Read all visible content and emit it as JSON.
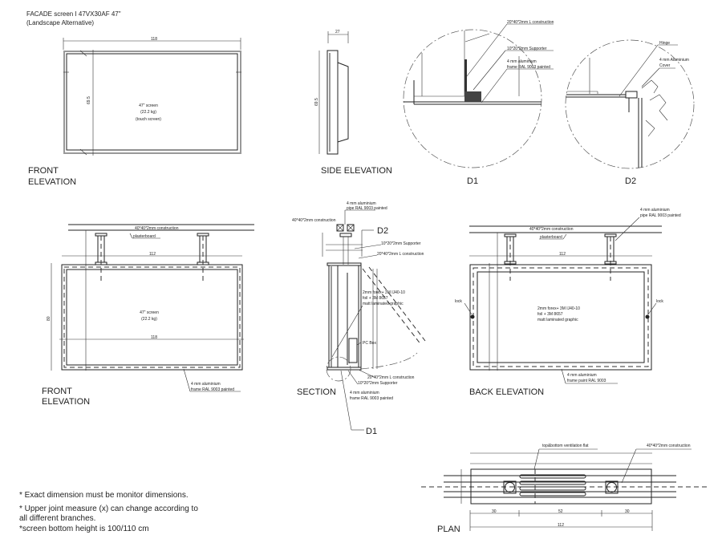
{
  "title": {
    "line1": "FACADE  screen I   47VX30AF 47\"",
    "line2": "(Landscape Alternative)"
  },
  "front_elevation_1": {
    "label_line1": "FRONT",
    "label_line2": "ELEVATION",
    "screen_size": "47\" screen",
    "screen_weight": "(22.2 kg)",
    "screen_type": "(touch screen)",
    "dim_width": "118",
    "dim_height": "69.5"
  },
  "side_elevation": {
    "label": "SIDE ELEVATION",
    "dim_depth": "27",
    "dim_height": "69.5"
  },
  "detail_d1": {
    "label": "D1",
    "note_construction": "20*40*2mm L construction",
    "note_supporter": "10*20*2mm Supporter",
    "note_frame_1": "4 mm aluminium",
    "note_frame_2": "frame RAL 9003 painted"
  },
  "detail_d2": {
    "label": "D2",
    "note_hinge": "Hinge",
    "note_cover_1": "4 mm Aluminium",
    "note_cover_2": "Cover"
  },
  "front_elevation_2": {
    "label_line1": "FRONT",
    "label_line2": "ELEVATION",
    "note_construction": "40*40*2mm construction",
    "note_plasterboard": "plasterboard",
    "screen_size": "47\" screen",
    "screen_weight": "(22.2 kg)",
    "note_frame_1": "4 mm aluminium",
    "note_frame_2": "frame RAL 9003 painted",
    "dim_width": "112",
    "dim_inner": "118",
    "dim_height": "80"
  },
  "section": {
    "label": "SECTION",
    "callout_d1": "D1",
    "callout_d2": "D2",
    "note_pipe_1": "4 mm aluminium",
    "note_pipe_2": "pipe RAL 9003 painted",
    "note_construction": "40*40*2mm construction",
    "note_supporter_top": "10*20*2mm Supporter",
    "note_l_top": "20*40*2mm L construction",
    "note_forex_1": "2mm forex+ 3M IJ40-10",
    "note_forex_2": "foil + 3M 8657",
    "note_forex_3": "matt laminated graphic",
    "note_pc_box": "PC Box",
    "note_l_bottom": "20*40*2mm L construction",
    "note_supporter_bottom": "10*20*2mm Supporter",
    "note_frame_1": "4 mm aluminium",
    "note_frame_2": "frame RAL 9003 painted"
  },
  "back_elevation": {
    "label": "BACK ELEVATION",
    "note_pipe_1": "4 mm aluminium",
    "note_pipe_2": "pipe RAL 9003 painted",
    "note_construction": "40*40*2mm construction",
    "note_plasterboard": "plasterboard",
    "note_lock_left": "lock",
    "note_lock_right": "lock",
    "note_graphic_1": "2mm forex+ 3M IJ40-10",
    "note_graphic_2": "foil +  3M 8657",
    "note_graphic_3": "matt laminated graphic",
    "note_frame_1": "4 mm aluminium",
    "note_frame_2": "frame paint  RAL 9003",
    "dim_width": "112"
  },
  "plan": {
    "label": "PLAN",
    "note_vent": "top&bottom ventilation flat",
    "note_construction": "40*40*2mm construction",
    "dim_total": "112",
    "dim_left": "30",
    "dim_mid": "52",
    "dim_right": "30"
  },
  "notes": [
    "* Exact dimension must be monitor dimensions.",
    "* Upper joint measure (x) can change according to",
    "all different branches.",
    "*screen bottom height is 100/110 cm"
  ]
}
